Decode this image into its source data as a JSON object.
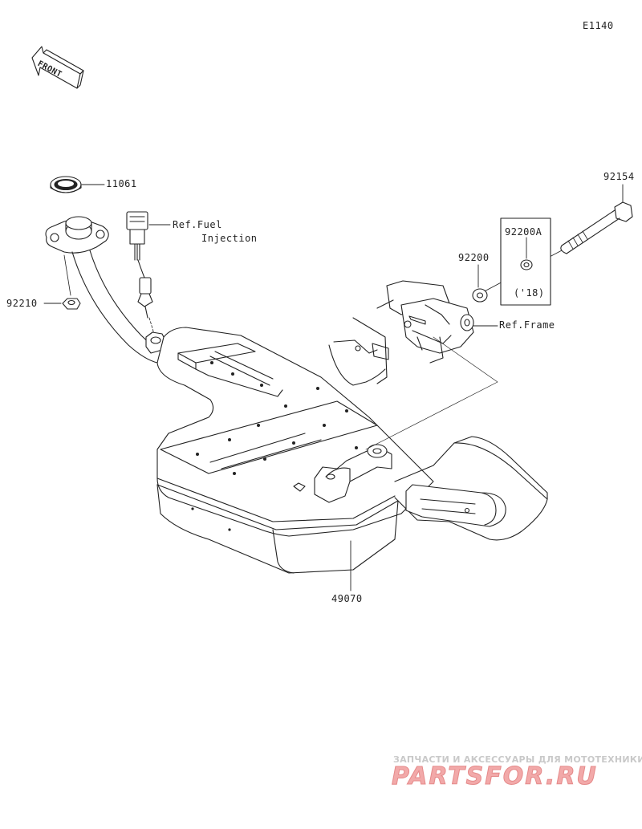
{
  "diagram_code": "E1140",
  "front_label": "FRONT",
  "parts": {
    "seal": "11061",
    "nut": "92210",
    "bolt": "92154",
    "washer": "92200",
    "washer_alt": "92200A",
    "washer_alt_note": "('18)",
    "muffler": "49070"
  },
  "refs": {
    "fuel_line1": "Ref.Fuel",
    "fuel_line2": "Injection",
    "frame": "Ref.Frame"
  },
  "watermark": {
    "tagline": "ЗАПЧАСТИ И АКСЕССУАРЫ ДЛЯ МОТОТЕХНИКИ",
    "logo": "PARTSFOR.RU"
  }
}
